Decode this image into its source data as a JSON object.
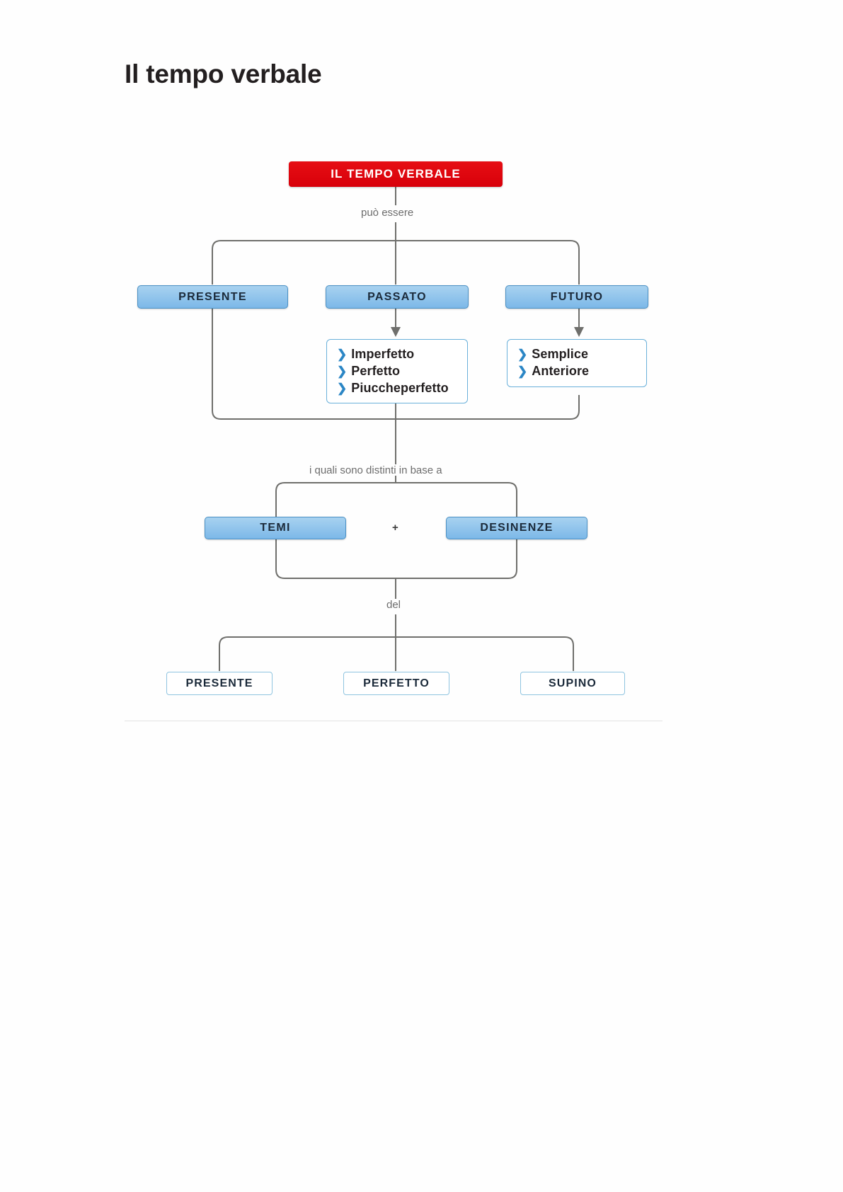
{
  "document": {
    "title": "Il tempo verbale"
  },
  "diagram": {
    "root": {
      "label": "IL TEMPO VERBALE",
      "color": "#e00610",
      "text_color": "#ffffff"
    },
    "connectors": [
      {
        "id": "c1",
        "text": "può essere"
      },
      {
        "id": "c2",
        "text": "i quali sono distinti in base a"
      },
      {
        "id": "c3",
        "text": "del"
      }
    ],
    "level1": [
      {
        "label": "PRESENTE"
      },
      {
        "label": "PASSATO"
      },
      {
        "label": "FUTURO"
      }
    ],
    "sublists": [
      {
        "parent": "PASSATO",
        "items": [
          "Imperfetto",
          "Perfetto",
          "Piuccheperfetto"
        ]
      },
      {
        "parent": "FUTURO",
        "items": [
          "Semplice",
          "Anteriore"
        ]
      }
    ],
    "level2": {
      "left": {
        "label": "TEMI"
      },
      "operator": "+",
      "right": {
        "label": "DESINENZE"
      }
    },
    "level3": [
      {
        "label": "PRESENTE"
      },
      {
        "label": "PERFETTO"
      },
      {
        "label": "SUPINO"
      }
    ],
    "colors": {
      "accent_red": "#e00610",
      "box_blue_fill": "#8ec5ea",
      "box_blue_border": "#4a90c4",
      "box_white_border": "#8fc4e0",
      "chevron_blue": "#2b86c5",
      "line_gray": "#6f6f6c",
      "connector_text": "#6d6d6d"
    }
  }
}
